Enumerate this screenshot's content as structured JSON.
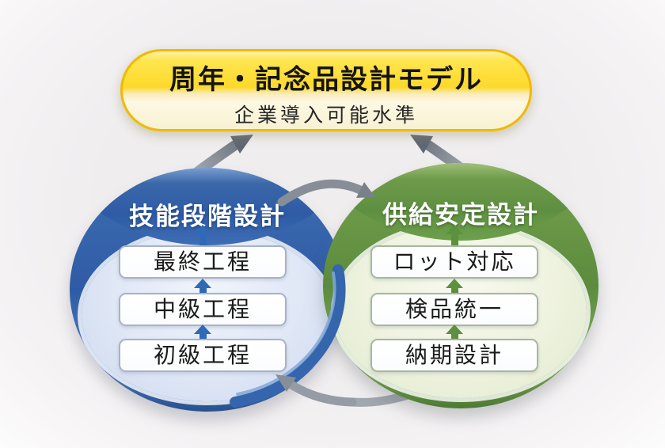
{
  "diagram": {
    "banner": {
      "title": "周年・記念品設計モデル",
      "subtitle": "企業導入可能水準"
    },
    "left_circle": {
      "header": "技能段階設計",
      "items": [
        "最終工程",
        "中級工程",
        "初級工程"
      ]
    },
    "right_circle": {
      "header": "供給安定設計",
      "items": [
        "ロット対応",
        "検品統一",
        "納期設計"
      ]
    },
    "icons": {
      "up_arrow": "upward step arrow",
      "cycle_top": "curved arrow left-to-right",
      "cycle_bottom": "curved arrow right-to-left",
      "to_banner_left": "arrow up to banner",
      "to_banner_right": "arrow up to banner"
    },
    "colors": {
      "banner_yellow": "#fcd92b",
      "banner_cream": "#fdf8e2",
      "banner_border": "#f1b900",
      "blue_ring": "#2e5ba5",
      "blue_interior": "#e1e8f6",
      "green_ring": "#5b8b3d",
      "green_interior": "#eff3e0",
      "arrow_gray": "#79818b",
      "text_dark": "#1b1b1b",
      "text_white": "#ffffff"
    }
  }
}
